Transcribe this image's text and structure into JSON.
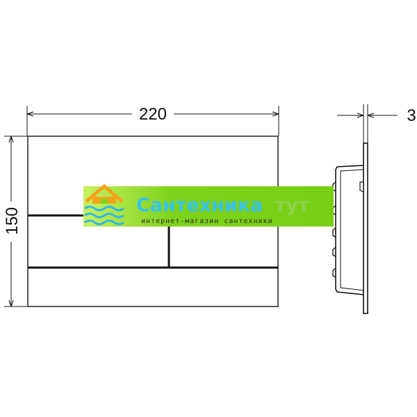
{
  "dimensions": {
    "width": "220",
    "height": "150",
    "depth": "3"
  },
  "watermark": {
    "brand_main": "Сантехника",
    "brand_tail": "тут",
    "tagline": "интернет-магазин сантехники",
    "colors": {
      "band": "#7fd21c",
      "band_light": "#c8f060",
      "text": "#35c4ee",
      "roof": "#f7a21b",
      "waves": "#2fb8ea"
    }
  }
}
